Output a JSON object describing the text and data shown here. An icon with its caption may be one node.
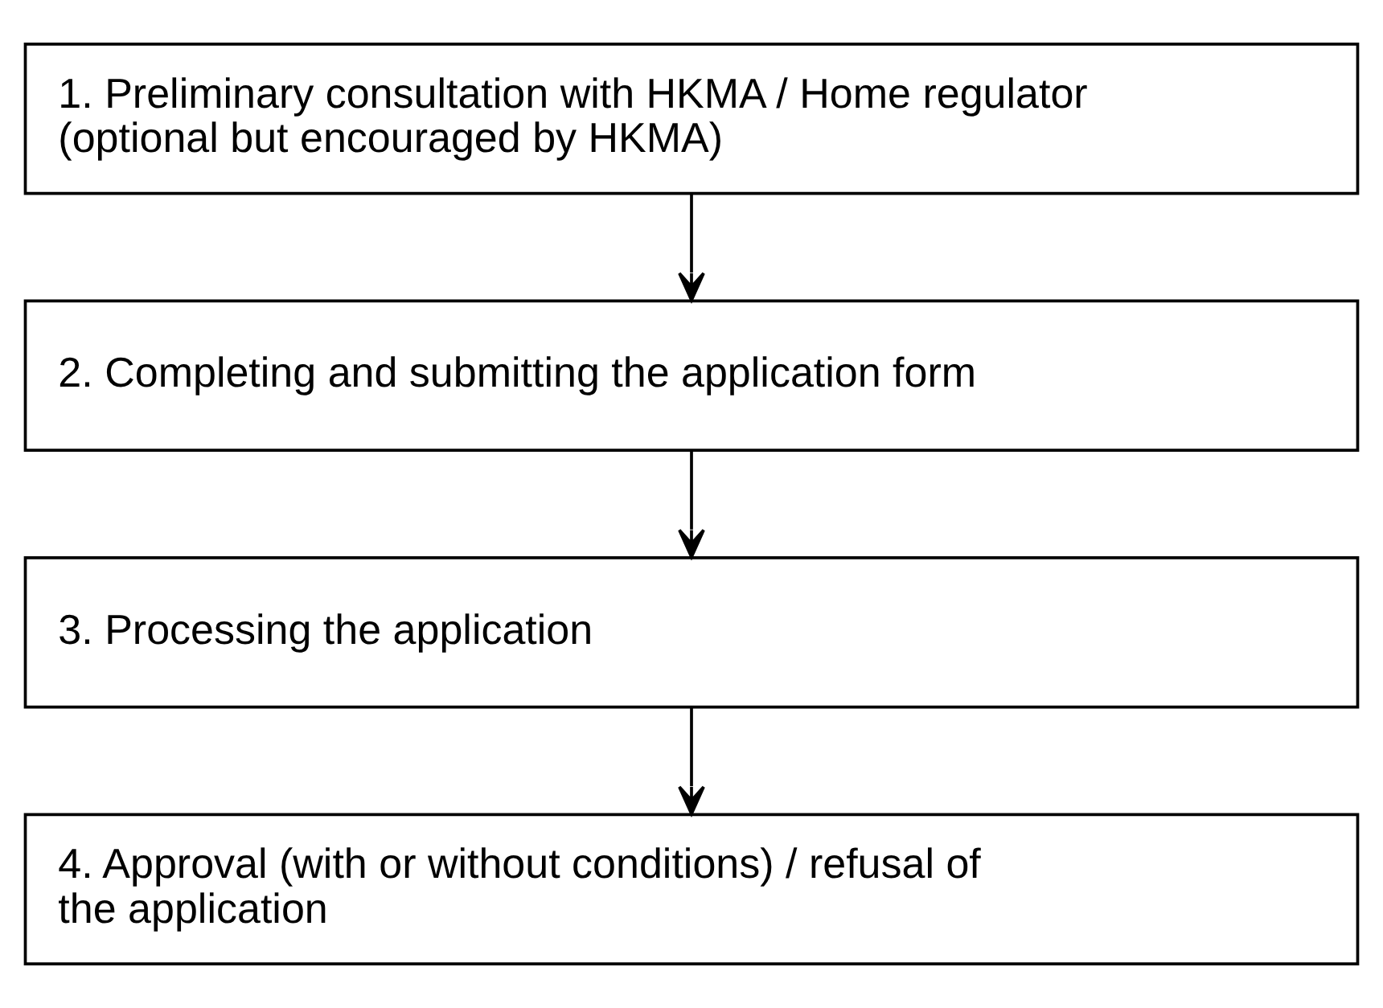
{
  "diagram": {
    "nodes": [
      {
        "text": [
          "1. Preliminary consultation with HKMA / Home regulator (optional but encouraged by HKMA)"
        ]
      },
      {
        "text": [
          "2. Completing and submitting the application form"
        ]
      },
      {
        "text": [
          "3. Processing the application"
        ]
      },
      {
        "text": [
          "4. Approval (with or without conditions) / refusal of the application"
        ]
      }
    ],
    "edges": [
      {
        "from": 0,
        "to": 1,
        "arrow": "to"
      },
      {
        "from": 1,
        "to": 2,
        "arrow": "to"
      },
      {
        "from": 2,
        "to": 3,
        "arrow": "to"
      }
    ]
  }
}
